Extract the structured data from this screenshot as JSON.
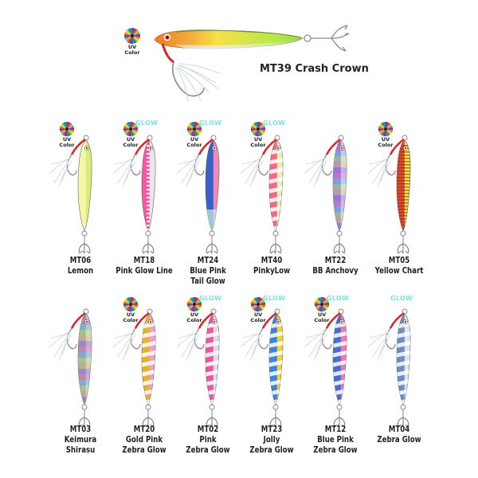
{
  "hero": {
    "code": "MT39",
    "name": "Crash Crown",
    "uv_label_1": "UV",
    "uv_label_2": "Color",
    "colors": {
      "head": "#f07a2a",
      "mid": "#f6e04a",
      "tail": "#b9e84a"
    }
  },
  "glow_label": "GLOW",
  "uv_label_1": "UV",
  "uv_label_2": "Color",
  "row1": [
    {
      "code": "MT06",
      "name_lines": [
        "Lemon"
      ],
      "uv": true,
      "glow": false,
      "body": "#f3f7a8",
      "belly": "#d9ee7a",
      "stripe": "none"
    },
    {
      "code": "MT18",
      "name_lines": [
        "Pink Glow Line"
      ],
      "uv": true,
      "glow": true,
      "body": "#f15aa6",
      "belly": "#e7e7ee",
      "stripe": "line"
    },
    {
      "code": "MT24",
      "name_lines": [
        "Blue Pink",
        "Tail Glow"
      ],
      "uv": true,
      "glow": true,
      "body": "#3a5fc6",
      "belly": "#f08ab8",
      "stripe": "tail"
    },
    {
      "code": "MT40",
      "name_lines": [
        "PinkyLow"
      ],
      "uv": true,
      "glow": true,
      "body": "#f36a86",
      "belly": "#e9f2b5",
      "stripe": "zebra"
    },
    {
      "code": "MT22",
      "name_lines": [
        "BB Anchovy"
      ],
      "uv": false,
      "glow": false,
      "body": "#7f6fd0",
      "belly": "#cfd6f3",
      "stripe": "holo"
    },
    {
      "code": "MT05",
      "name_lines": [
        "Yellow Chart"
      ],
      "uv": true,
      "glow": false,
      "body": "#e14a2a",
      "belly": "#f2e84a",
      "stripe": "chart"
    }
  ],
  "row2": [
    {
      "code": "MT03",
      "name_lines": [
        "Keimura",
        "Shirasu"
      ],
      "uv": false,
      "glow": false,
      "body": "#8a8aa0",
      "belly": "#c9c9d6",
      "stripe": "holo"
    },
    {
      "code": "MT20",
      "name_lines": [
        "Gold Pink",
        "Zebra Glow"
      ],
      "uv": true,
      "glow": false,
      "body": "#e6b232",
      "belly": "#f2a0c8",
      "stripe": "zebra"
    },
    {
      "code": "MT02",
      "name_lines": [
        "Pink",
        "Zebra Glow"
      ],
      "uv": true,
      "glow": true,
      "body": "#e85aa0",
      "belly": "#d9dde6",
      "stripe": "zebra"
    },
    {
      "code": "MT23",
      "name_lines": [
        "Jolly",
        "Zebra Glow"
      ],
      "uv": true,
      "glow": true,
      "body": "#3d84d8",
      "belly": "#f3d23a",
      "stripe": "zebra"
    },
    {
      "code": "MT12",
      "name_lines": [
        "Blue Pink",
        "Zebra Glow"
      ],
      "uv": true,
      "glow": true,
      "body": "#4a6bd0",
      "belly": "#f07ab0",
      "stripe": "zebra"
    },
    {
      "code": "MT04",
      "name_lines": [
        "Zebra Glow"
      ],
      "uv": false,
      "glow": true,
      "body": "#6d8fc0",
      "belly": "#dfe6ee",
      "stripe": "zebra"
    }
  ]
}
